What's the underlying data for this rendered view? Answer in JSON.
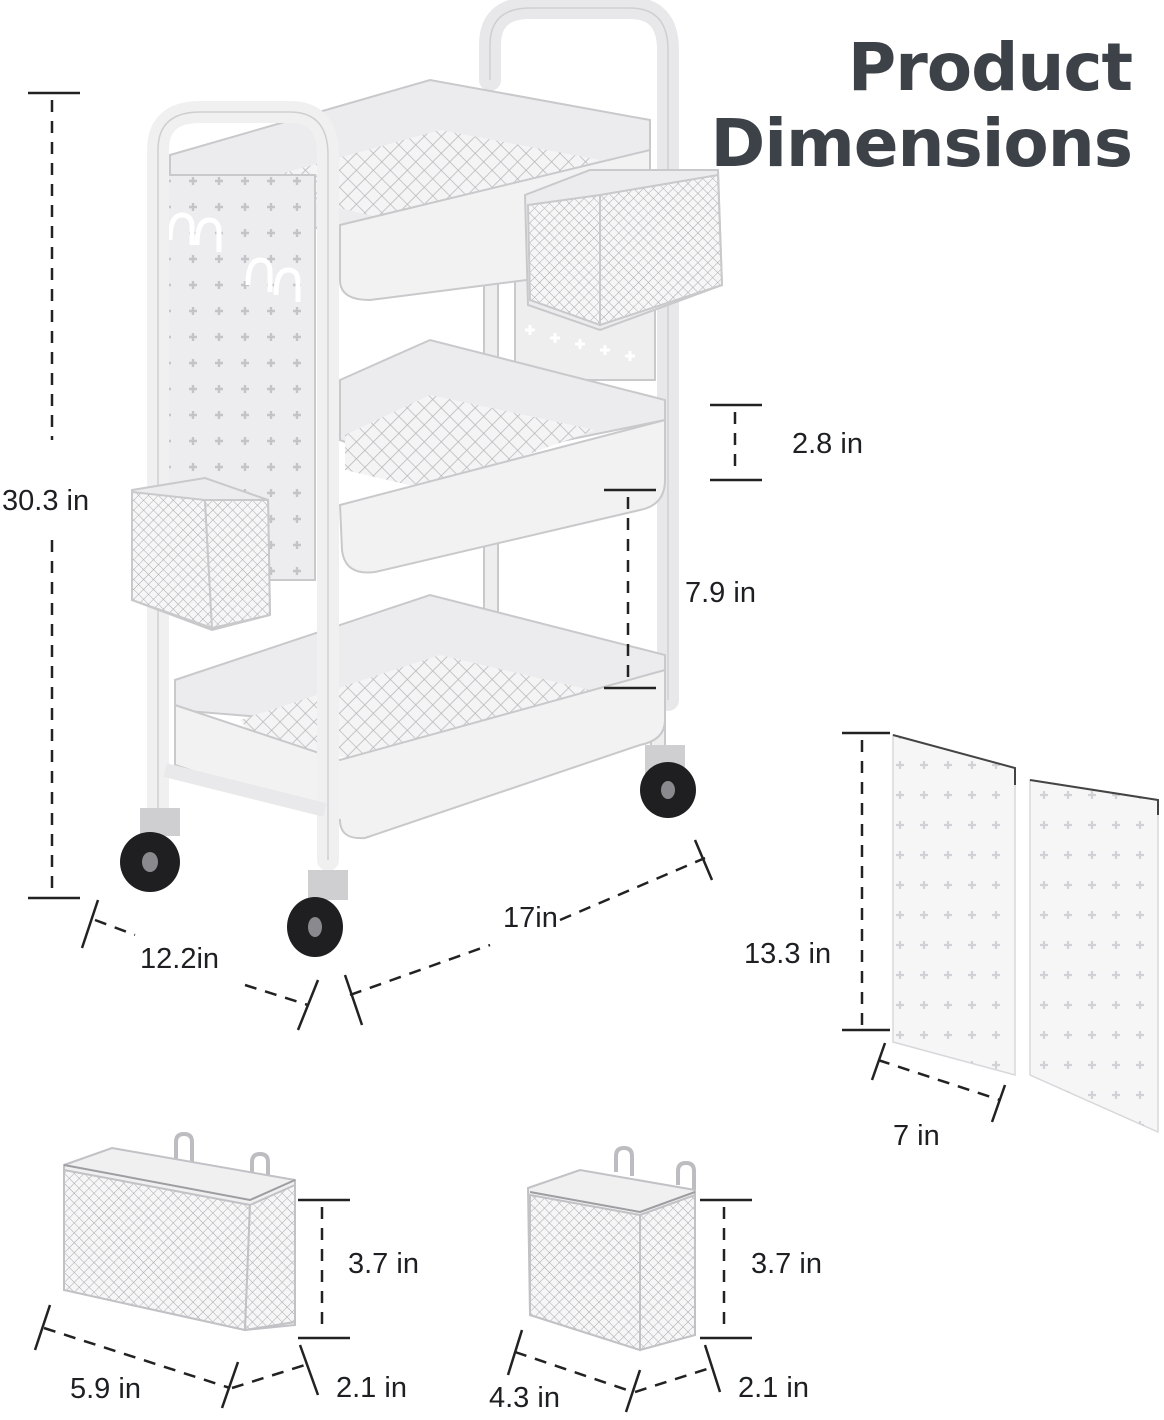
{
  "title": {
    "line1": "Product",
    "line2": "Dimensions"
  },
  "dimensions": {
    "total_height": "30.3 in",
    "shelf_depth": "2.8 in",
    "shelf_spacing": "7.9 in",
    "width": "12.2in",
    "length": "17in",
    "pegboard_height": "13.3 in",
    "pegboard_width": "7 in",
    "large_basket_height": "3.7 in",
    "large_basket_width": "5.9 in",
    "large_basket_depth": "2.1 in",
    "small_basket_height": "3.7 in",
    "small_basket_width": "4.3 in",
    "small_basket_depth": "2.1 in"
  },
  "colors": {
    "cart": "#f1f1f2",
    "outline": "#c9c9cc",
    "title": "#3d4148",
    "line": "#222222"
  }
}
